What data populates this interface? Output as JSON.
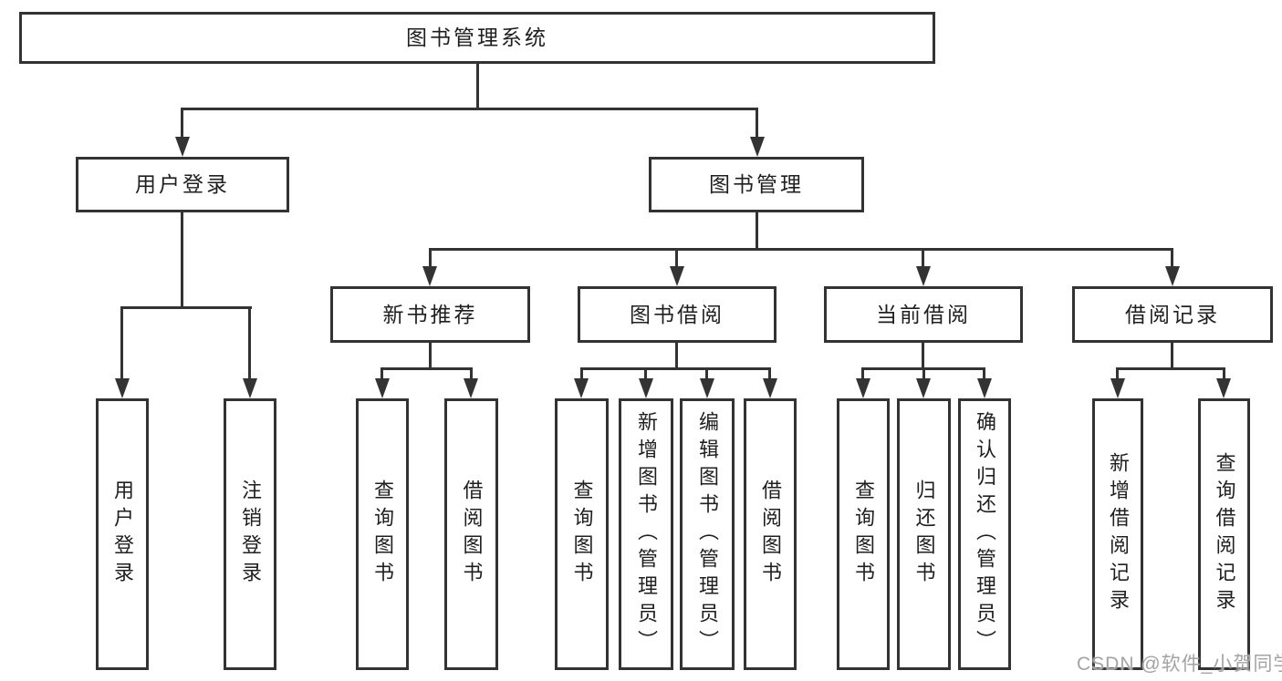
{
  "diagram": {
    "type": "hierarchy-tree",
    "colors": {
      "line": "#333333",
      "box_border": "#333333",
      "box_fill": "#ffffff",
      "text": "#1f1f1f",
      "watermark_text": "#a3a3a3",
      "background": "#ffffff"
    },
    "nodes": {
      "root": {
        "label": "图书管理系统"
      },
      "user_login": {
        "label": "用户登录"
      },
      "book_management": {
        "label": "图书管理"
      },
      "new_book_recommend": {
        "label": "新书推荐"
      },
      "book_borrowing": {
        "label": "图书借阅"
      },
      "current_borrowing": {
        "label": "当前借阅"
      },
      "borrowing_records": {
        "label": "借阅记录"
      },
      "leaf_user_login": {
        "label": "用户登录"
      },
      "leaf_logout": {
        "label": "注销登录"
      },
      "leaf_rec_query_book": {
        "label": "查询图书"
      },
      "leaf_rec_borrow_book": {
        "label": "借阅图书"
      },
      "leaf_bb_query_book": {
        "label": "查询图书"
      },
      "leaf_bb_add_book": {
        "label": "新增图书（管理员）"
      },
      "leaf_bb_edit_book": {
        "label": "编辑图书（管理员）"
      },
      "leaf_bb_borrow_book": {
        "label": "借阅图书"
      },
      "leaf_cb_query_book": {
        "label": "查询图书"
      },
      "leaf_cb_return_book": {
        "label": "归还图书"
      },
      "leaf_cb_confirm_return": {
        "label": "确认归还（管理员）"
      },
      "leaf_br_add_record": {
        "label": "新增借阅记录"
      },
      "leaf_br_query_record": {
        "label": "查询借阅记录"
      }
    },
    "hierarchy": [
      {
        "parent": "图书管理系统",
        "children": [
          "用户登录",
          "图书管理"
        ]
      },
      {
        "parent": "用户登录",
        "children": [
          "用户登录",
          "注销登录"
        ]
      },
      {
        "parent": "图书管理",
        "children": [
          "新书推荐",
          "图书借阅",
          "当前借阅",
          "借阅记录"
        ]
      },
      {
        "parent": "新书推荐",
        "children": [
          "查询图书",
          "借阅图书"
        ]
      },
      {
        "parent": "图书借阅",
        "children": [
          "查询图书",
          "新增图书（管理员）",
          "编辑图书（管理员）",
          "借阅图书"
        ]
      },
      {
        "parent": "当前借阅",
        "children": [
          "查询图书",
          "归还图书",
          "确认归还（管理员）"
        ]
      },
      {
        "parent": "借阅记录",
        "children": [
          "新增借阅记录",
          "查询借阅记录"
        ]
      }
    ]
  },
  "watermark": {
    "text": "CSDN @软件_小贺同学"
  }
}
